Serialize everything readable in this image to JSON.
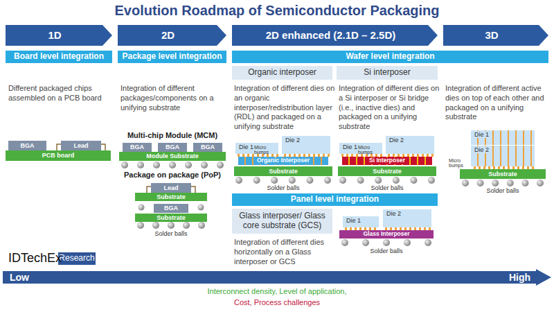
{
  "diagram": {
    "title": "Evolution Roadmap of Semiconductor Packaging",
    "nodes": [
      {
        "text": [
          "1D"
        ]
      },
      {
        "text": [
          "2D"
        ]
      },
      {
        "text": [
          "2D enhanced (2.1D – 2.5D)"
        ]
      },
      {
        "text": [
          "3D"
        ]
      },
      {
        "text": [
          "Board level integration"
        ]
      },
      {
        "text": [
          "Package level integration"
        ]
      },
      {
        "text": [
          "Wafer level integration"
        ]
      },
      {
        "text": [
          "Organic interposer"
        ]
      },
      {
        "text": [
          "Si interposer"
        ]
      },
      {
        "text": [
          "BGA"
        ]
      },
      {
        "text": [
          "Lead"
        ]
      },
      {
        "text": [
          "PCB board"
        ]
      },
      {
        "text": [
          "BGA"
        ]
      },
      {
        "text": [
          "BGA"
        ]
      },
      {
        "text": [
          "BGA"
        ]
      },
      {
        "text": [
          "Module Substrate"
        ]
      },
      {
        "text": [
          "Lead"
        ]
      },
      {
        "text": [
          "Substrate"
        ]
      },
      {
        "text": [
          "BGA"
        ]
      },
      {
        "text": [
          "Substrate"
        ]
      },
      {
        "text": [
          "Die 1"
        ]
      },
      {
        "text": [
          "Die 2"
        ]
      },
      {
        "text": [
          "Organic Interposer"
        ]
      },
      {
        "text": [
          "Substrate"
        ]
      },
      {
        "text": [
          "Die 1"
        ]
      },
      {
        "text": [
          "Die 2"
        ]
      },
      {
        "text": [
          "Si Interposer"
        ]
      },
      {
        "text": [
          "Substrate"
        ]
      },
      {
        "text": [
          "Die 1"
        ]
      },
      {
        "text": [
          "Die 2"
        ]
      },
      {
        "text": [
          "Substrate"
        ]
      },
      {
        "text": [
          "Panel level integration"
        ]
      },
      {
        "text": [
          "Glass interposer/ Glass core substrate (GCS)"
        ]
      },
      {
        "text": [
          "Die 1"
        ]
      },
      {
        "text": [
          "Die 2"
        ]
      },
      {
        "text": [
          "Glass Interposer"
        ]
      },
      {
        "text": [
          "Research"
        ]
      },
      {
        "text": [
          "Low",
          "High"
        ]
      }
    ],
    "labels": [
      "Different packaged chips assembled on a PCB board",
      "Integration of different packages/components on a unifying substrate",
      "Integration of different dies on an organic interposer/redistribution layer (RDL) and packaged on a unifying substrate",
      "Integration of different dies on a Si interposer or Si bridge (i.e., inactive dies) and packaged on a  unifying substrate",
      "Integration of different active dies on top of each other and packaged on a unifying substrate",
      "Multi-chip Module (MCM)",
      "Package on package (PoP)",
      "Solder balls",
      "Micro bumps",
      "Solder balls",
      "Micro bumps",
      "Solder balls",
      "Micro bumps",
      "Solder balls",
      "Integration of different dies horizontally on a Glass interposer or GCS",
      "Solder balls",
      "IDTechEx",
      "Interconnect density, Level of application,",
      "Cost, Process challenges"
    ]
  }
}
